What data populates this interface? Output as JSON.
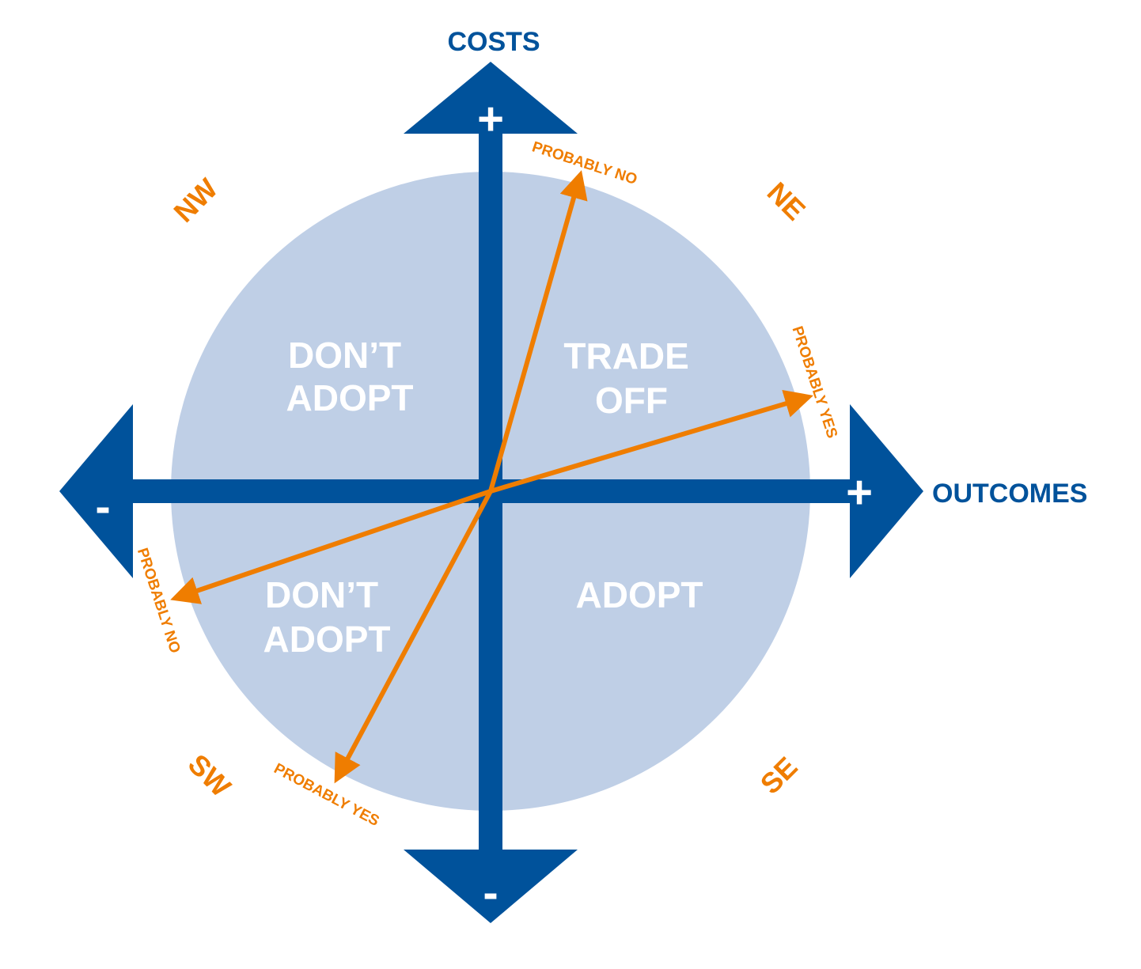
{
  "axes": {
    "vertical_title": "COSTS",
    "horizontal_title": "OUTCOMES",
    "top_sign": "+",
    "bottom_sign": "-",
    "left_sign": "-",
    "right_sign": "+"
  },
  "quadrants": {
    "nw": [
      "DON’T",
      "ADOPT"
    ],
    "ne": [
      "TRADE",
      "OFF"
    ],
    "sw": [
      "DON’T",
      "ADOPT"
    ],
    "se": [
      "ADOPT"
    ]
  },
  "compass": {
    "nw": "NW",
    "ne": "NE",
    "sw": "SW",
    "se": "SE"
  },
  "arrows": {
    "ne_steep": "PROBABLY NO",
    "ne_shallow": "PROBABLY YES",
    "sw_shallow": "PROBABLY NO",
    "sw_steep": "PROBABLY YES"
  },
  "colors": {
    "axis_blue": "#00529b",
    "circle_fill": "#bfcfe6",
    "arrow_orange": "#ef7d00",
    "label_white": "#ffffff"
  }
}
